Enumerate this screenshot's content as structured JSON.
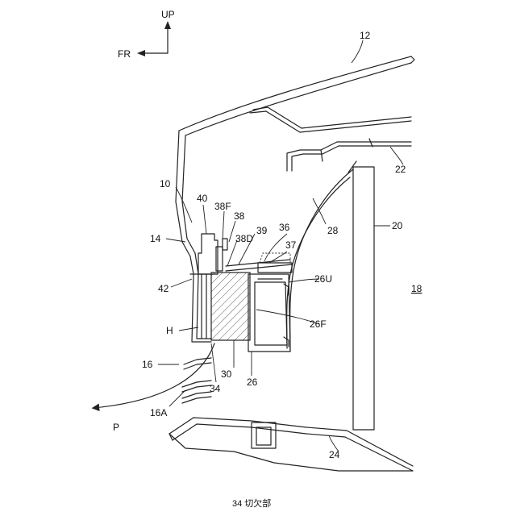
{
  "orientation": {
    "up": "UP",
    "front": "FR"
  },
  "labels": {
    "l12": "12",
    "l22": "22",
    "l10": "10",
    "l40": "40",
    "l38F": "38F",
    "l38": "38",
    "l39": "39",
    "l36": "36",
    "l38D": "38D",
    "l37": "37",
    "l14": "14",
    "l28": "28",
    "l20": "20",
    "l18": "18",
    "l42": "42",
    "l26U": "26U",
    "lH": "H",
    "l26F": "26F",
    "l16": "16",
    "l30": "30",
    "l34": "34",
    "l26": "26",
    "l16A": "16A",
    "lP": "P",
    "l24": "24"
  },
  "caption": "34  切欠部"
}
